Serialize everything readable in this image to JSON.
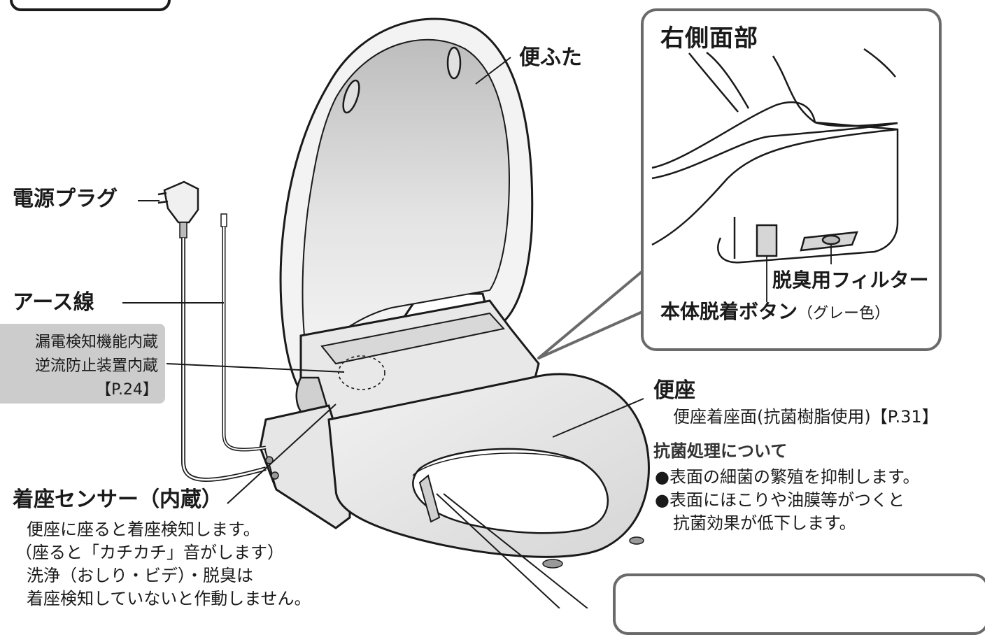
{
  "labels": {
    "lid": "便ふた",
    "plug": "電源プラグ",
    "ground_wire": "アース線",
    "seat_sensor": "着座センサー（内蔵）",
    "seat": "便座"
  },
  "note_box": {
    "line1": "漏電検知機能内蔵",
    "line2": "逆流防止装置内蔵",
    "line3": "【P.24】"
  },
  "seat_sensor_desc": [
    "便座に座ると着座検知します。",
    "（座ると「カチカチ」音がします）",
    "洗浄（おしり・ビデ）・脱臭は",
    "着座検知していないと作動しません。"
  ],
  "seat_desc": "便座着座面(抗菌樹脂使用)【P.31】",
  "antibacterial": {
    "heading": "抗菌処理について",
    "bullets": [
      "●表面の細菌の繁殖を抑制します。",
      "●表面にほこりや油膜等がつくと",
      "抗菌効果が低下します。"
    ]
  },
  "inset": {
    "title": "右側面部",
    "filter_label": "脱臭用フィルター",
    "release_button_label": "本体脱着ボタン",
    "release_button_note": "（グレー色）"
  },
  "colors": {
    "line": "#1a1a1a",
    "frame": "#6a6a6a",
    "note_bg": "#cccccc",
    "fill_light": "#ececec",
    "fill_mid": "#d4d4d4"
  }
}
